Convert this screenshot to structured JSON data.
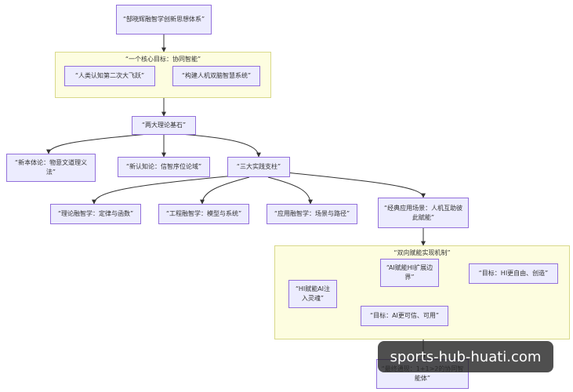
{
  "groups": {
    "core_goal": {
      "label": "“一个核心目标：协同智能”"
    },
    "dual_mechanism": {
      "label": "“双向赋能实现机制”"
    }
  },
  "nodes": {
    "root": "“郜晓辉融智学创新思想体系”",
    "human_leap": "“人类认知第二次大飞跃”",
    "hm_system": "“构建人机双脑智慧系统”",
    "two_theories": "“两大理论基石”",
    "ontology": "“新本体论：物意文道理义法”",
    "epistemology": "“新认知论：信智序位论域”",
    "three_pillars": "“三大实践支柱”",
    "theory_pillar": "“理论融智学：定律与函数”",
    "engineering_pillar": "“工程融智学：模型与系统”",
    "application_pillar": "“应用融智学：场景与路径”",
    "classic_scene": "“经典应用场景：人机互助彼此赋能”",
    "ai_hi": "“AI赋能HI扩展边界”",
    "hi_ai": "“HI赋能AI注入灵魂”",
    "goal_hi": "“目标：HI更自由、创造”",
    "goal_ai": "“目标：AI更可信、可用”",
    "final": "“最终通现：1+1>2的协同智能体”"
  },
  "watermark": "sports-hub-huati.com",
  "colors": {
    "node_fill": "#ececfe",
    "node_border": "#9370db",
    "group_fill": "#fdfde0",
    "group_border": "#d9d98a",
    "edge": "#333333"
  }
}
